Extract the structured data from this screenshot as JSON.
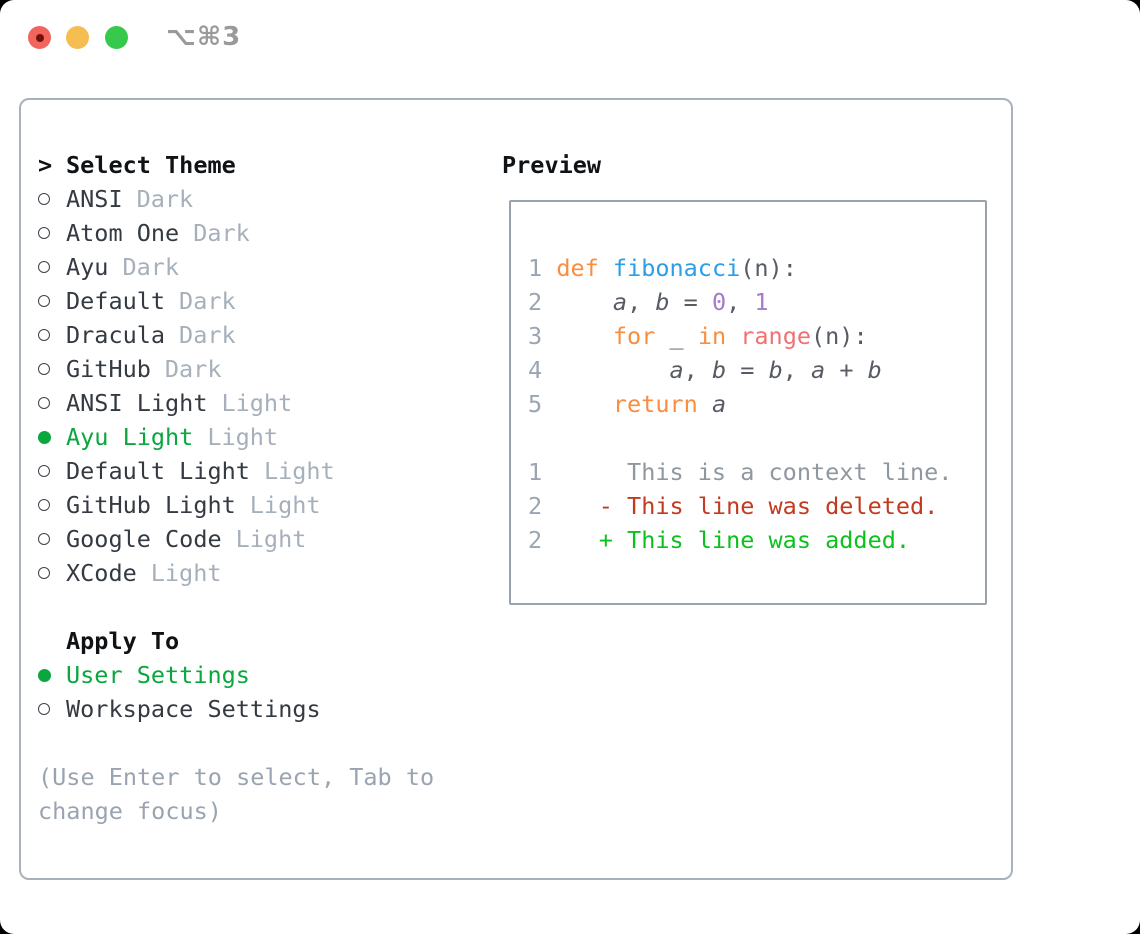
{
  "window": {
    "title": "⌥⌘3"
  },
  "traffic_lights": {
    "close": "red",
    "minimize": "yellow",
    "zoom": "green"
  },
  "theme_panel": {
    "header_prefix": ">",
    "header_label": "Select Theme",
    "themes": [
      {
        "name": "ANSI",
        "tag": "Dark",
        "selected": false
      },
      {
        "name": "Atom One",
        "tag": "Dark",
        "selected": false
      },
      {
        "name": "Ayu",
        "tag": "Dark",
        "selected": false
      },
      {
        "name": "Default",
        "tag": "Dark",
        "selected": false
      },
      {
        "name": "Dracula",
        "tag": "Dark",
        "selected": false
      },
      {
        "name": "GitHub",
        "tag": "Dark",
        "selected": false
      },
      {
        "name": "ANSI Light",
        "tag": "Light",
        "selected": false
      },
      {
        "name": "Ayu Light",
        "tag": "Light",
        "selected": true
      },
      {
        "name": "Default Light",
        "tag": "Light",
        "selected": false
      },
      {
        "name": "GitHub Light",
        "tag": "Light",
        "selected": false
      },
      {
        "name": "Google Code",
        "tag": "Light",
        "selected": false
      },
      {
        "name": "XCode",
        "tag": "Light",
        "selected": false
      }
    ],
    "apply_header": "Apply To",
    "apply_options": [
      {
        "label": "User Settings",
        "selected": true
      },
      {
        "label": "Workspace Settings",
        "selected": false
      }
    ],
    "help_line1": "(Use Enter to select, Tab to",
    "help_line2": "change focus)"
  },
  "preview": {
    "header": "Preview",
    "code_lines": [
      [
        [
          "1",
          "ln"
        ],
        [
          " ",
          "plain"
        ],
        [
          "def",
          "kw"
        ],
        [
          " ",
          "plain"
        ],
        [
          "fibonacci",
          "fn"
        ],
        [
          "(n):",
          "plain"
        ]
      ],
      [
        [
          "2",
          "ln"
        ],
        [
          "     ",
          "plain"
        ],
        [
          "a",
          "var"
        ],
        [
          ", ",
          "plain"
        ],
        [
          "b",
          "var"
        ],
        [
          " = ",
          "plain"
        ],
        [
          "0",
          "num"
        ],
        [
          ", ",
          "plain"
        ],
        [
          "1",
          "num"
        ]
      ],
      [
        [
          "3",
          "ln"
        ],
        [
          "     ",
          "plain"
        ],
        [
          "for",
          "kw"
        ],
        [
          " _ ",
          "plain"
        ],
        [
          "in",
          "kw"
        ],
        [
          " ",
          "plain"
        ],
        [
          "range",
          "builtin"
        ],
        [
          "(n):",
          "plain"
        ]
      ],
      [
        [
          "4",
          "ln"
        ],
        [
          "         ",
          "plain"
        ],
        [
          "a",
          "var"
        ],
        [
          ", ",
          "plain"
        ],
        [
          "b",
          "var"
        ],
        [
          " = ",
          "plain"
        ],
        [
          "b",
          "var"
        ],
        [
          ", ",
          "plain"
        ],
        [
          "a",
          "var"
        ],
        [
          " + ",
          "plain"
        ],
        [
          "b",
          "var"
        ]
      ],
      [
        [
          "5",
          "ln"
        ],
        [
          "     ",
          "plain"
        ],
        [
          "return",
          "kw"
        ],
        [
          " ",
          "plain"
        ],
        [
          "a",
          "var"
        ]
      ]
    ],
    "diff_lines": [
      [
        [
          "1",
          "ln"
        ],
        [
          "      This is a context line.",
          "ctx"
        ]
      ],
      [
        [
          "2",
          "ln"
        ],
        [
          "    ",
          "plain"
        ],
        [
          "- This line was deleted.",
          "del"
        ]
      ],
      [
        [
          "2",
          "ln"
        ],
        [
          "    ",
          "plain"
        ],
        [
          "+ This line was added.",
          "add"
        ]
      ]
    ]
  },
  "colors": {
    "selection_green": "#0aa63e",
    "added_green": "#0cc11e",
    "deleted_red": "#c23a1f",
    "context_gray": "#8f979f",
    "keyword_orange": "#fa8d3e",
    "function_blue": "#2b9ee8",
    "number_purple": "#a37acc",
    "builtin_coral": "#f07171",
    "code_text_gray": "#565b64",
    "line_number_gray": "#9aa5b1",
    "variant_tag_gray": "#a6b0bb",
    "help_gray": "#9aa4b1",
    "panel_border_gray": "#a9b2bc",
    "traffic_red": "#f2655c",
    "traffic_yellow": "#f6be50",
    "traffic_green": "#36c94b"
  }
}
